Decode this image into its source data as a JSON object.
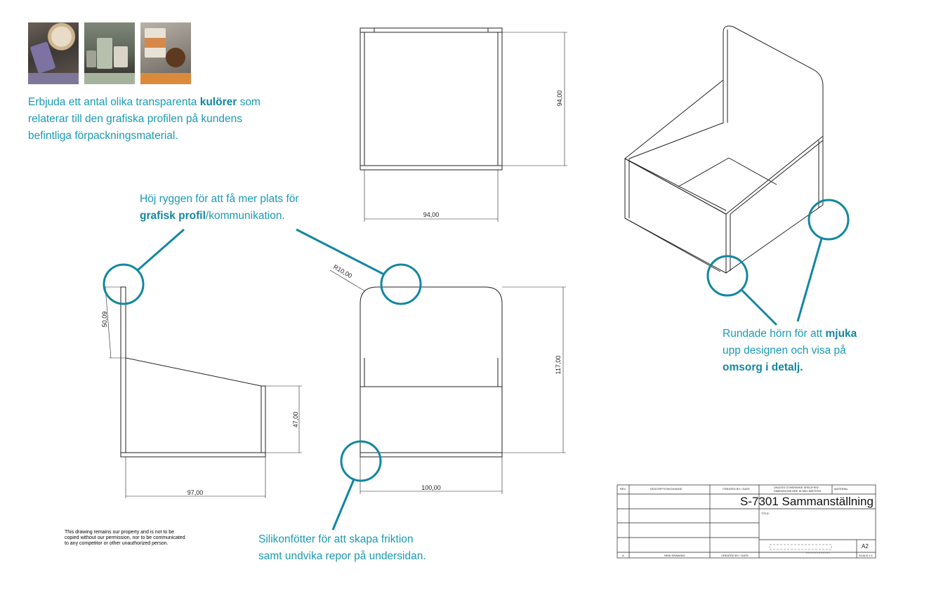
{
  "colors": {
    "accent": "#1a9ab3",
    "accent_dark": "#1287a0",
    "swatch_purple": "#7f7799",
    "swatch_sage": "#a5b39c",
    "swatch_orange": "#db8a3b",
    "line": "#222222"
  },
  "notes": {
    "colors_note": {
      "l1a": "Erbjuda ett antal olika transparenta ",
      "l1b": "kulörer",
      "l1c": " som",
      "l2": "relaterar till den grafiska profilen på kundens",
      "l3": "befintliga förpackningsmaterial."
    },
    "back_note": {
      "l1": "Höj ryggen för att få mer plats för",
      "l2a": "grafisk profil",
      "l2b": "/kommunikation."
    },
    "corner_note": {
      "l1a": "Rundade hörn för att ",
      "l1b": "mjuka",
      "l2": "upp designen och visa på",
      "l3": "omsorg i detalj."
    },
    "feet_note": {
      "l1": "Silikonfötter för att skapa friktion",
      "l2": "samt undvika repor på undersidan."
    }
  },
  "dimensions": {
    "top_width": "94,00",
    "top_depth": "94,00",
    "side_back": "50,09",
    "side_front": "47,00",
    "side_length": "97,00",
    "front_radius": "R10,00",
    "front_height": "117,00",
    "front_width": "100,00"
  },
  "disclaimer": {
    "l1": "This drawing remains our property and is not to be",
    "l2": "copied without our permission, nor to be communicated",
    "l3": "to any competitor or other unauthorized person."
  },
  "title_block": {
    "rev": "REV",
    "description": "DESCRIPTION/CHANGE",
    "created": "CREATED BY / DATE",
    "tolerances_1": "UNLESS OTHERWISE SPECIFIED:",
    "tolerances_2": "DIMENSIONS ARE IN MILLIMETERS",
    "material": "MATERIAL",
    "drawing_title": "S-7301 Sammanställning",
    "title_label": "TITLE:",
    "row_a": "A",
    "new_drawing": "NEW DRAWING",
    "created_2": "CREATED BY / DATE",
    "size": "A2",
    "scale": "SCALE:1:1"
  }
}
